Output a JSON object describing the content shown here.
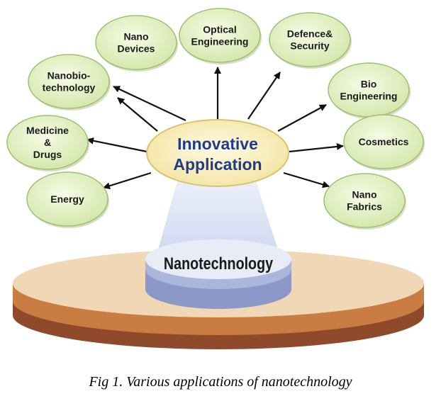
{
  "diagram": {
    "hub": {
      "line1": "Innovative",
      "line2": "Application"
    },
    "base": {
      "label": "Nanotechnology"
    },
    "applications": [
      {
        "id": "nano-devices",
        "lines": [
          "Nano",
          "Devices"
        ]
      },
      {
        "id": "optical-engineering",
        "lines": [
          "Optical",
          "Engineering"
        ]
      },
      {
        "id": "defence-security",
        "lines": [
          "Defence&",
          "Security"
        ]
      },
      {
        "id": "bio-engineering",
        "lines": [
          "Bio",
          "Engineering"
        ]
      },
      {
        "id": "cosmetics",
        "lines": [
          "Cosmetics"
        ]
      },
      {
        "id": "nano-fabrics",
        "lines": [
          "Nano",
          "Fabrics"
        ]
      },
      {
        "id": "energy",
        "lines": [
          "Energy"
        ]
      },
      {
        "id": "medicine-drugs",
        "lines": [
          "Medicine",
          "&",
          "Drugs"
        ]
      },
      {
        "id": "nanobiotechnology",
        "lines": [
          "Nanobio-",
          "technology"
        ]
      }
    ],
    "colors": {
      "bubble_fill": "#e6f2c6",
      "bubble_edge": "#9fbf73",
      "hub_fill": "#fbf3c6",
      "hub_text": "#1f3b8c",
      "arrow": "#111111",
      "disk_top": "#f0d7b5",
      "disk_band": "#c97d43",
      "disk_bottom": "#8e4a2a",
      "cyl_top": "#e8ecf6",
      "cyl_band": "#aab6dc",
      "beam": "#dfe6f6"
    }
  },
  "caption": "Fig 1. Various applications of nanotechnology"
}
